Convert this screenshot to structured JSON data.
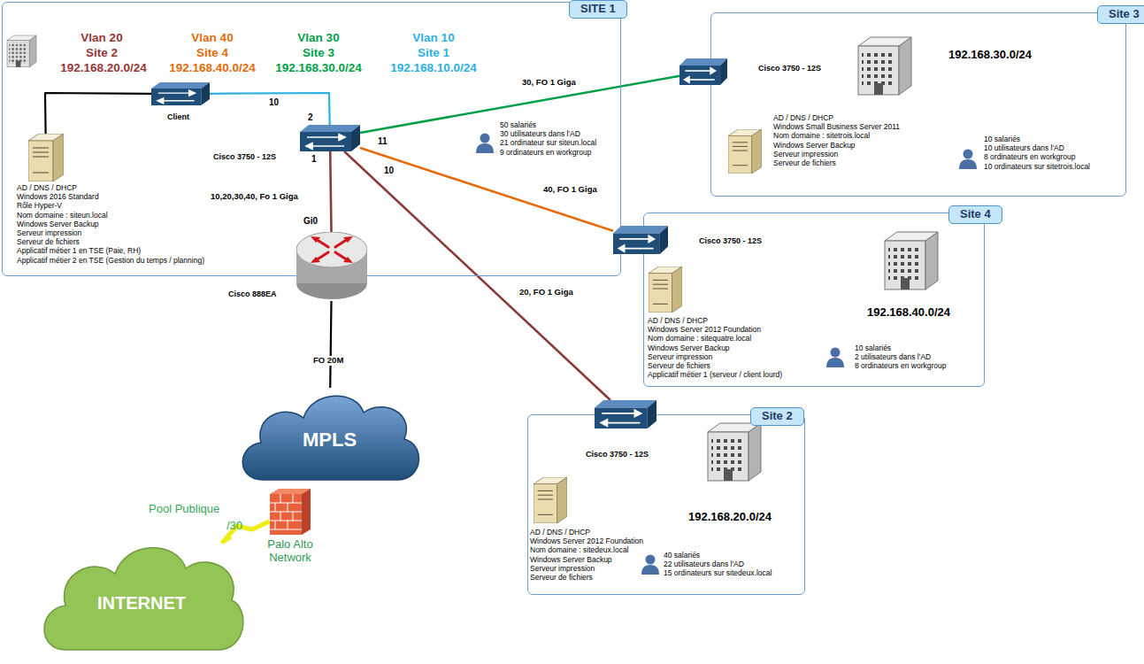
{
  "diagram": {
    "nodes": [
      {
        "text": [
          "SITE 1"
        ]
      },
      {
        "text": [
          "Client"
        ],
        "in": 0
      },
      {
        "text": [
          "Cisco 3750 - 12S"
        ],
        "in": 0
      },
      {
        "text": [
          "AD / DNS / DHCP",
          "Windows 2016 Standard",
          "Rôle Hyper-V",
          "Nom domaine : siteun.local",
          "Windows Server Backup",
          "Serveur impression",
          "Serveur de fichiers",
          "Applicatif métier 1 en TSE (Paie, RH)",
          "Applicatif métier 2 en TSE (Gestion du temps / planning)"
        ],
        "in": 0
      },
      {
        "text": [
          "Gi0",
          "Cisco 888EA"
        ]
      },
      {
        "text": [
          "MPLS"
        ]
      },
      {
        "text": [
          "Palo Alto Network"
        ]
      },
      {
        "text": [
          "INTERNET"
        ]
      },
      {
        "text": [
          "Site 3"
        ]
      },
      {
        "text": [
          "Cisco 3750 - 12S"
        ]
      },
      {
        "text": [
          "AD / DNS / DHCP",
          "Windows Small Business Server 2011",
          "Nom domaine : sitetrois.local",
          "Windows Server Backup",
          "Serveur impression",
          "Serveur de fichiers"
        ],
        "in": 8
      },
      {
        "text": [
          "Site 4"
        ]
      },
      {
        "text": [
          "Cisco 3750 - 12S"
        ]
      },
      {
        "text": [
          "AD / DNS / DHCP",
          "Windows Server 2012 Foundation",
          "Nom domaine : sitequatre.local",
          "Windows Server Backup",
          "Serveur impression",
          "Serveur de fichiers",
          "Applicatif métier 1 (serveur / client lourd)"
        ],
        "in": 11
      },
      {
        "text": [
          "Site 2"
        ]
      },
      {
        "text": [
          "Cisco 3750 - 12S"
        ]
      },
      {
        "text": [
          "AD / DNS / DHCP",
          "Windows Server 2012 Foundation",
          "Nom domaine : sitedeux.local",
          "Windows Server Backup",
          "Serveur impression",
          "Serveur de fichiers"
        ],
        "in": 14
      }
    ],
    "edges": [
      {
        "from": 1,
        "to": 2,
        "label": "10",
        "arrow": "none"
      },
      {
        "from": 3,
        "to": 1,
        "arrow": "none"
      },
      {
        "from": 2,
        "to": 9,
        "label": "30, FO 1 Giga",
        "arrow": "none"
      },
      {
        "from": 2,
        "to": 12,
        "label": "40, FO 1 Giga",
        "arrow": "none"
      },
      {
        "from": 2,
        "to": 15,
        "label": "20, FO 1 Giga",
        "arrow": "none"
      },
      {
        "from": 2,
        "to": 4,
        "label": "10,20,30,40, Fo 1 Giga",
        "arrow": "none"
      },
      {
        "from": 4,
        "to": 5,
        "label": "FO 20M",
        "arrow": "none"
      },
      {
        "from": 6,
        "to": 7,
        "arrow": "none"
      }
    ],
    "labels": [
      "Vlan 20",
      "Site 2",
      "192.168.20.0/24",
      "Vlan 40",
      "Site 4",
      "192.168.40.0/24",
      "Vlan 30",
      "Site 3",
      "192.168.30.0/24",
      "Vlan 10",
      "Site 1",
      "192.168.10.0/24",
      "2",
      "1",
      "11",
      "10",
      "50 salariés",
      "30 utilisateurs dans l'AD",
      "21 ordinateur sur siteun.local",
      "9 ordinateurs en workgroup",
      "192.168.30.0/24",
      "10 salariés",
      "10 utilisateurs dans l'AD",
      "8 ordinateurs en workgroup",
      "10 ordinateurs sur sitetrois.local",
      "192.168.40.0/24",
      "10 salariés",
      "2 utilisateurs dans l'AD",
      "8 ordinateurs en workgroup",
      "192.168.20.0/24",
      "40 salariés",
      "22 utilisateurs dans l'AD",
      "15 ordinateurs sur sitedeux.local",
      "Pool Publique",
      "/30"
    ]
  }
}
